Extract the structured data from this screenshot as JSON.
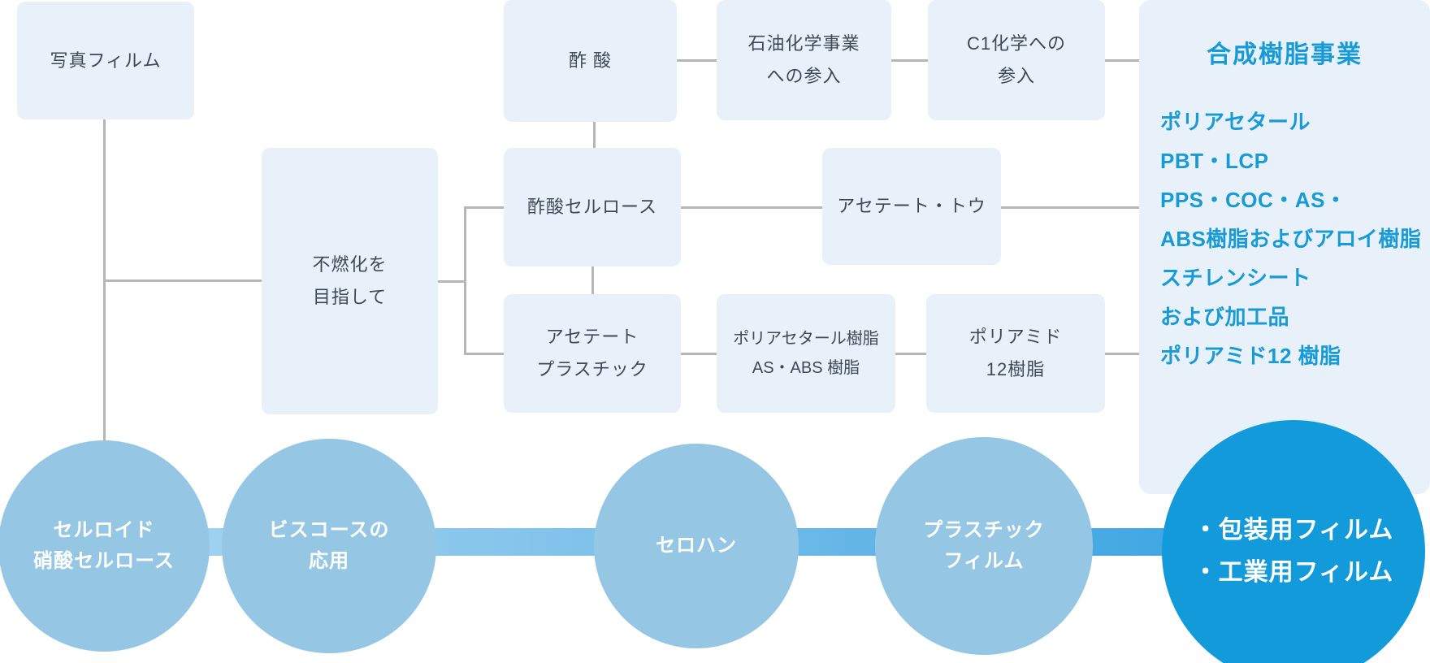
{
  "nodes": {
    "photo_film": {
      "label": "写真フィルム"
    },
    "nonflammable": {
      "line1": "不燃化を",
      "line2": "目指して"
    },
    "acetic_acid": {
      "label": "酢 酸"
    },
    "petrochemical": {
      "line1": "石油化学事業",
      "line2": "への参入"
    },
    "c1_chemistry": {
      "line1": "C1化学への",
      "line2": "参入"
    },
    "cellulose_acetate": {
      "label": "酢酸セルロース"
    },
    "acetate_tow": {
      "label": "アセテート・トウ"
    },
    "acetate_plastic": {
      "line1": "アセテート",
      "line2": "プラスチック"
    },
    "polyacetal_resin": {
      "line1": "ポリアセタール樹脂",
      "line2": "AS・ABS 樹脂"
    },
    "polyamide12": {
      "line1": "ポリアミド",
      "line2": "12樹脂"
    }
  },
  "resin_panel": {
    "title": "合成樹脂事業",
    "items": [
      "ポリアセタール",
      "PBT・LCP",
      "PPS・COC・AS・",
      "ABS樹脂およびアロイ樹脂",
      "スチレンシート",
      "および加工品",
      "ポリアミド12 樹脂"
    ]
  },
  "timeline": {
    "steps": [
      {
        "line1": "セルロイド",
        "line2": "硝酸セルロース"
      },
      {
        "line1": "ビスコースの",
        "line2": "応用"
      },
      {
        "line1": "セロハン"
      },
      {
        "line1": "プラスチック",
        "line2": "フィルム"
      },
      {
        "line1": "・包装用フィルム",
        "line2": "・工業用フィルム"
      }
    ]
  },
  "colors": {
    "box_fill": "#e8f1fa",
    "circle_fill": "#95c7e5",
    "highlight_circle_fill": "#129adb",
    "band_gradient_start": "#a8d5f0",
    "band_gradient_end": "#33a1e0",
    "connector_gray": "#b6b6b6",
    "box_text": "#3d4a56",
    "accent_blue_text": "#189ad7",
    "circle_text": "#ffffff"
  }
}
